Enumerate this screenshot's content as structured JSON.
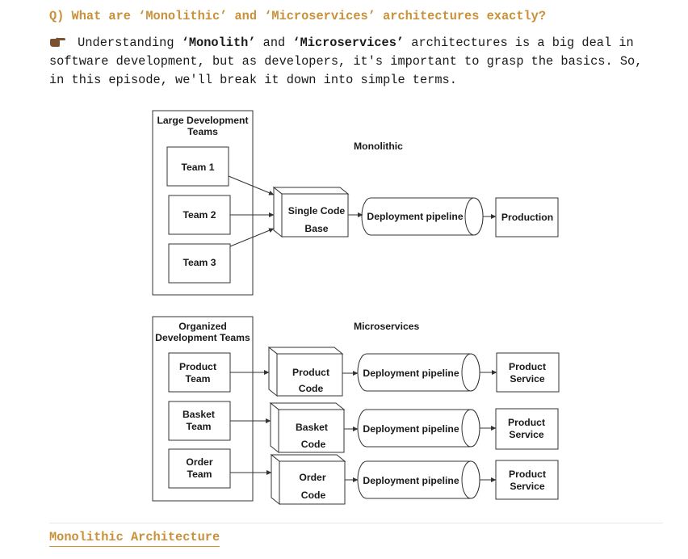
{
  "question": "Q) What are ‘Monolithic’ and ‘Microservices’ architectures exactly?",
  "intro": {
    "icon": "pointing-hand-icon",
    "part1": " Understanding ",
    "term1": "‘Monolith’",
    "part2": " and ",
    "term2": "‘Microservices’",
    "part3": " architectures is a big deal in software development, but as developers, it's important to grasp the basics. So, in this episode, we'll break it down into simple terms."
  },
  "diagram": {
    "monolithic": {
      "title": "Monolithic",
      "group_line1": "Large Development",
      "group_line2": "Teams",
      "teams": [
        "Team 1",
        "Team 2",
        "Team 3"
      ],
      "code_line1": "Single Code",
      "code_line2": "Base",
      "pipeline": "Deployment pipeline",
      "target": "Production"
    },
    "microservices": {
      "title": "Microservices",
      "group_line1": "Organized",
      "group_line2": "Development Teams",
      "teams": [
        {
          "line1": "Product",
          "line2": "Team"
        },
        {
          "line1": "Basket",
          "line2": "Team"
        },
        {
          "line1": "Order",
          "line2": "Team"
        }
      ],
      "codes": [
        {
          "line1": "Product",
          "line2": "Code"
        },
        {
          "line1": "Basket",
          "line2": "Code"
        },
        {
          "line1": "Order",
          "line2": "Code"
        }
      ],
      "pipelines": [
        "Deployment pipeline",
        "Deployment pipeline",
        "Deployment pipeline"
      ],
      "services": [
        {
          "line1": "Product",
          "line2": "Service"
        },
        {
          "line1": "Product",
          "line2": "Service"
        },
        {
          "line1": "Product",
          "line2": "Service"
        }
      ]
    }
  },
  "footer_link": "Monolithic Architecture",
  "colors": {
    "accent": "#c8913a",
    "text": "#1a1a1a",
    "stroke": "#333333"
  }
}
